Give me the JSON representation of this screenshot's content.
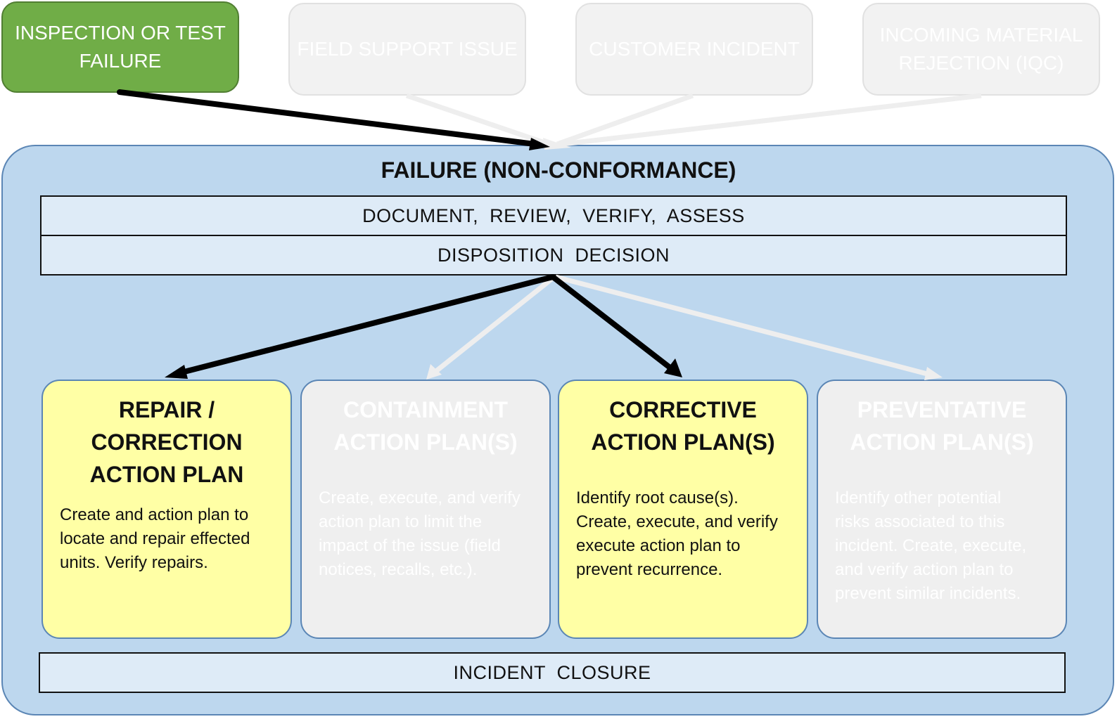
{
  "sources": [
    {
      "label": "INSPECTION OR TEST\nFAILURE",
      "active": true
    },
    {
      "label": "FIELD SUPPORT ISSUE",
      "active": false
    },
    {
      "label": "CUSTOMER INCIDENT",
      "active": false
    },
    {
      "label": "INCOMING MATERIAL\nREJECTION (IQC)",
      "active": false
    }
  ],
  "main": {
    "title": "FAILURE (NON-CONFORMANCE)",
    "step1": "DOCUMENT,  REVIEW,  VERIFY,  ASSESS",
    "step2": "DISPOSITION  DECISION",
    "closure": "INCIDENT  CLOSURE"
  },
  "plans": [
    {
      "title": "REPAIR /\nCORRECTION\nACTION PLAN",
      "body": "Create and action plan to\nlocate and repair effected\nunits.  Verify repairs.",
      "active": true
    },
    {
      "title": "CONTAINMENT\nACTION PLAN(S)",
      "body": "Create, execute, and verify\naction plan to limit the\nimpact of the issue (field\nnotices, recalls, etc.).",
      "active": false
    },
    {
      "title": "CORRECTIVE\nACTION PLAN(S)",
      "body": "Identify root cause(s).\nCreate, execute, and verify\nexecute action plan to\nprevent recurrence.",
      "active": true
    },
    {
      "title": "PREVENTATIVE\nACTION PLAN(S)",
      "body": "Identify other potential\nrisks associated to this\nincident.  Create, execute,\nand verify action plan to\nprevent similar incidents.",
      "active": false
    }
  ],
  "colors": {
    "active_source": "#70ad47",
    "container": "#bdd7ee",
    "band": "#deebf7",
    "active_plan": "#ffffa5",
    "inactive_plan": "#efefef",
    "active_arrow": "#000000",
    "inactive_arrow": "#eeeeee"
  }
}
